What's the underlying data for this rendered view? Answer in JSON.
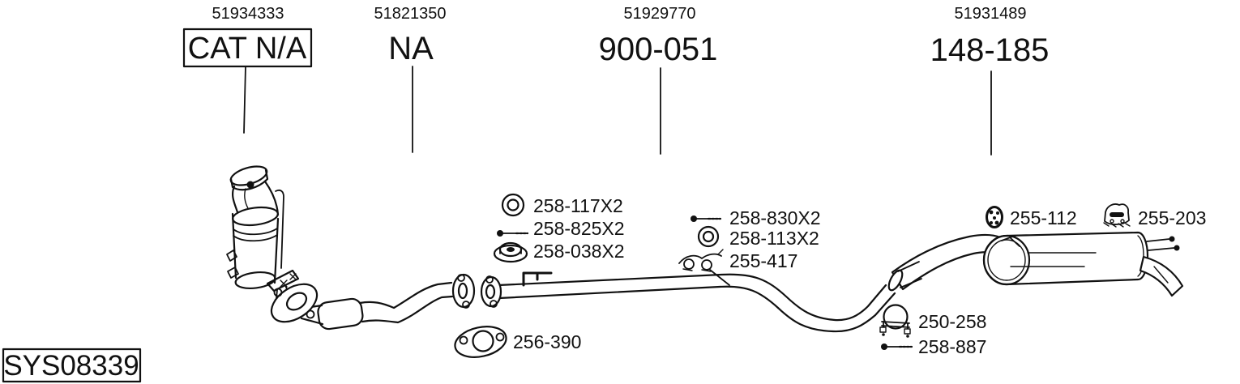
{
  "system_code": "SYS08339",
  "columns": [
    {
      "part_no": "51934333",
      "label": "CAT N/A",
      "boxed": true,
      "points_to": "catalytic-converter"
    },
    {
      "part_no": "51821350",
      "label": "NA",
      "boxed": false,
      "points_to": "front-flex-pipe"
    },
    {
      "part_no": "51929770",
      "label": "900-051",
      "boxed": false,
      "points_to": "center-pipe"
    },
    {
      "part_no": "51931489",
      "label": "148-185",
      "boxed": false,
      "points_to": "rear-muffler"
    }
  ],
  "callouts": [
    {
      "icon": "washer-ring-icon",
      "label": "258-117X2"
    },
    {
      "icon": "hex-bolt-icon",
      "label": "258-825X2"
    },
    {
      "icon": "flange-nut-icon",
      "label": "258-038X2"
    },
    {
      "icon": "hex-bolt-icon",
      "label": "258-830X2"
    },
    {
      "icon": "washer-ring-icon",
      "label": "258-113X2"
    },
    {
      "icon": "hanger-bracket-icon",
      "label": "255-417"
    },
    {
      "icon": "flange-gasket-icon",
      "label": "256-390"
    },
    {
      "icon": "rubber-hanger-icon",
      "label": "255-112"
    },
    {
      "icon": "mount-bracket-icon",
      "label": "255-203"
    },
    {
      "icon": "pipe-clamp-icon",
      "label": "250-258"
    },
    {
      "icon": "hex-bolt-icon",
      "label": "258-887"
    }
  ],
  "colors": {
    "ink": "#111111",
    "background": "#ffffff"
  }
}
